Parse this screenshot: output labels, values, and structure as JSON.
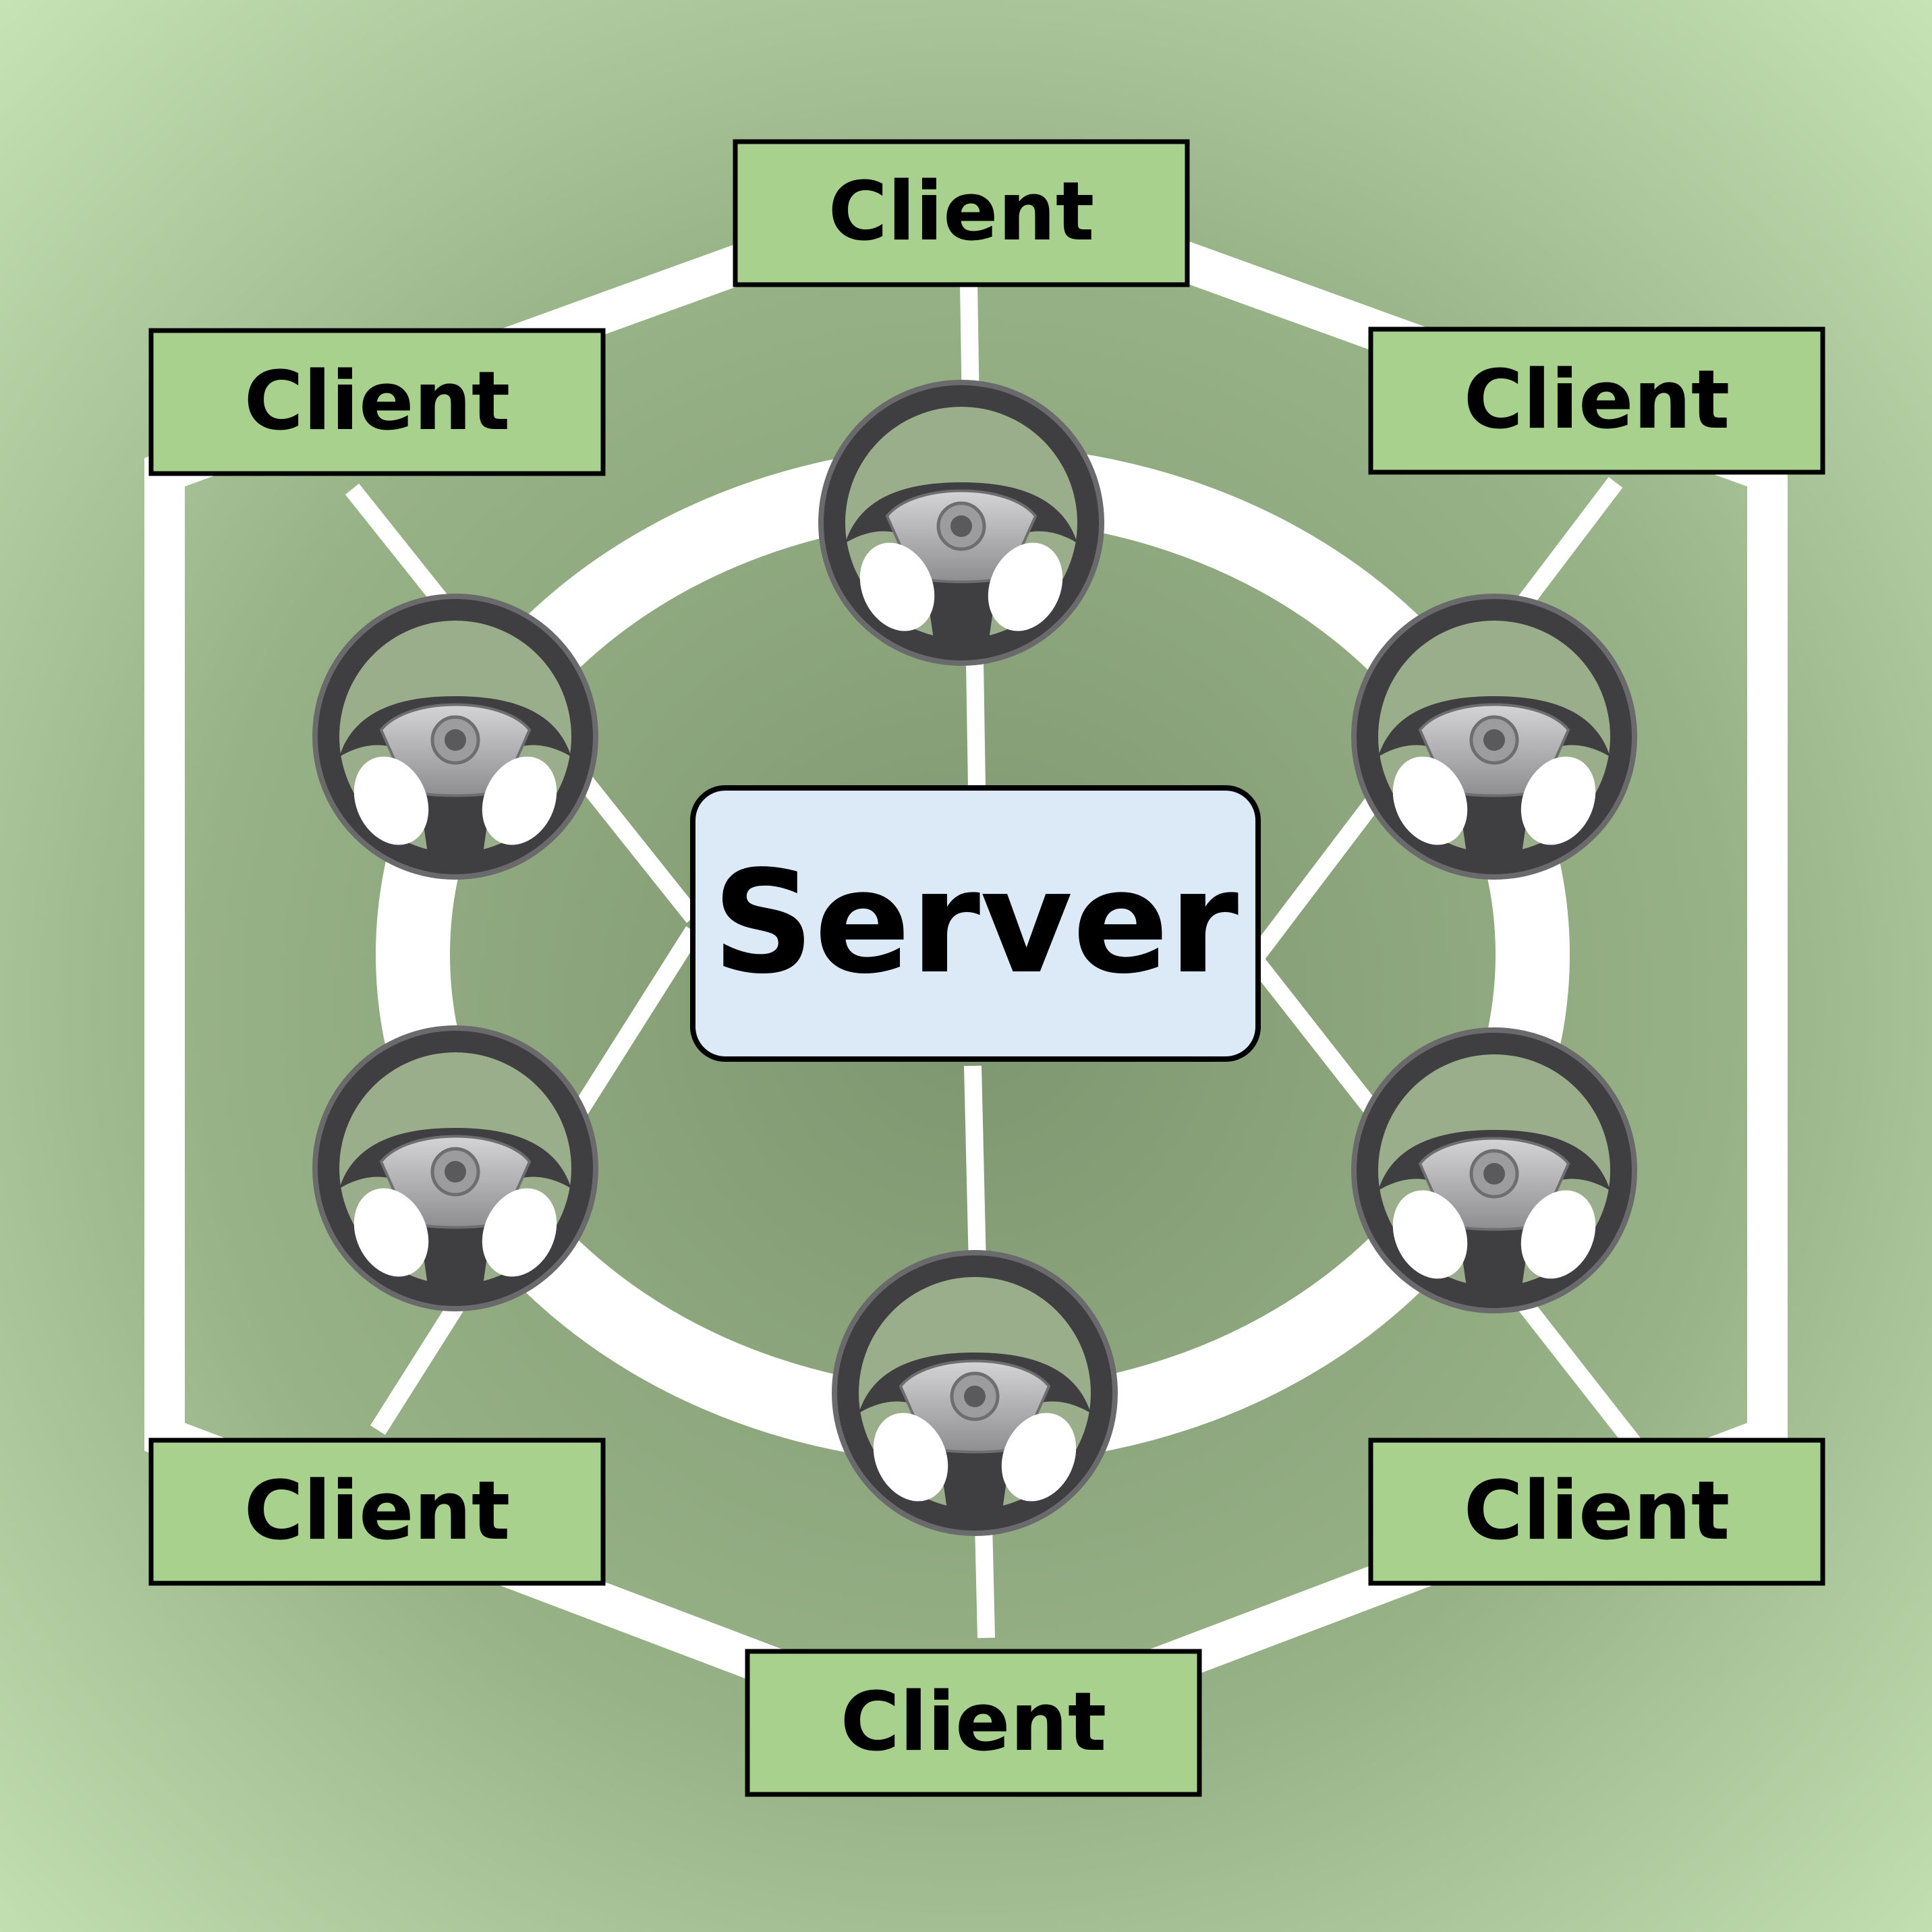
{
  "server": {
    "label": "Server"
  },
  "clients": [
    {
      "position": "top",
      "label": "Client"
    },
    {
      "position": "upper-right",
      "label": "Client"
    },
    {
      "position": "lower-right",
      "label": "Client"
    },
    {
      "position": "bottom",
      "label": "Client"
    },
    {
      "position": "lower-left",
      "label": "Client"
    },
    {
      "position": "upper-left",
      "label": "Client"
    }
  ],
  "steering_wheels": [
    {
      "position": "top",
      "icon": "steering-wheel-icon"
    },
    {
      "position": "upper-right",
      "icon": "steering-wheel-icon"
    },
    {
      "position": "lower-right",
      "icon": "steering-wheel-icon"
    },
    {
      "position": "bottom",
      "icon": "steering-wheel-icon"
    },
    {
      "position": "lower-left",
      "icon": "steering-wheel-icon"
    },
    {
      "position": "upper-left",
      "icon": "steering-wheel-icon"
    }
  ],
  "colors": {
    "background_outer": "#c5e3b5",
    "background_inner": "#7e9670",
    "client_fill": "#a9d18e",
    "server_fill": "#dce9f6",
    "connector": "#ffffff",
    "outline": "#000000",
    "wheel_rim": "#4a4a4c",
    "wheel_hub": "#b8b8ba"
  }
}
